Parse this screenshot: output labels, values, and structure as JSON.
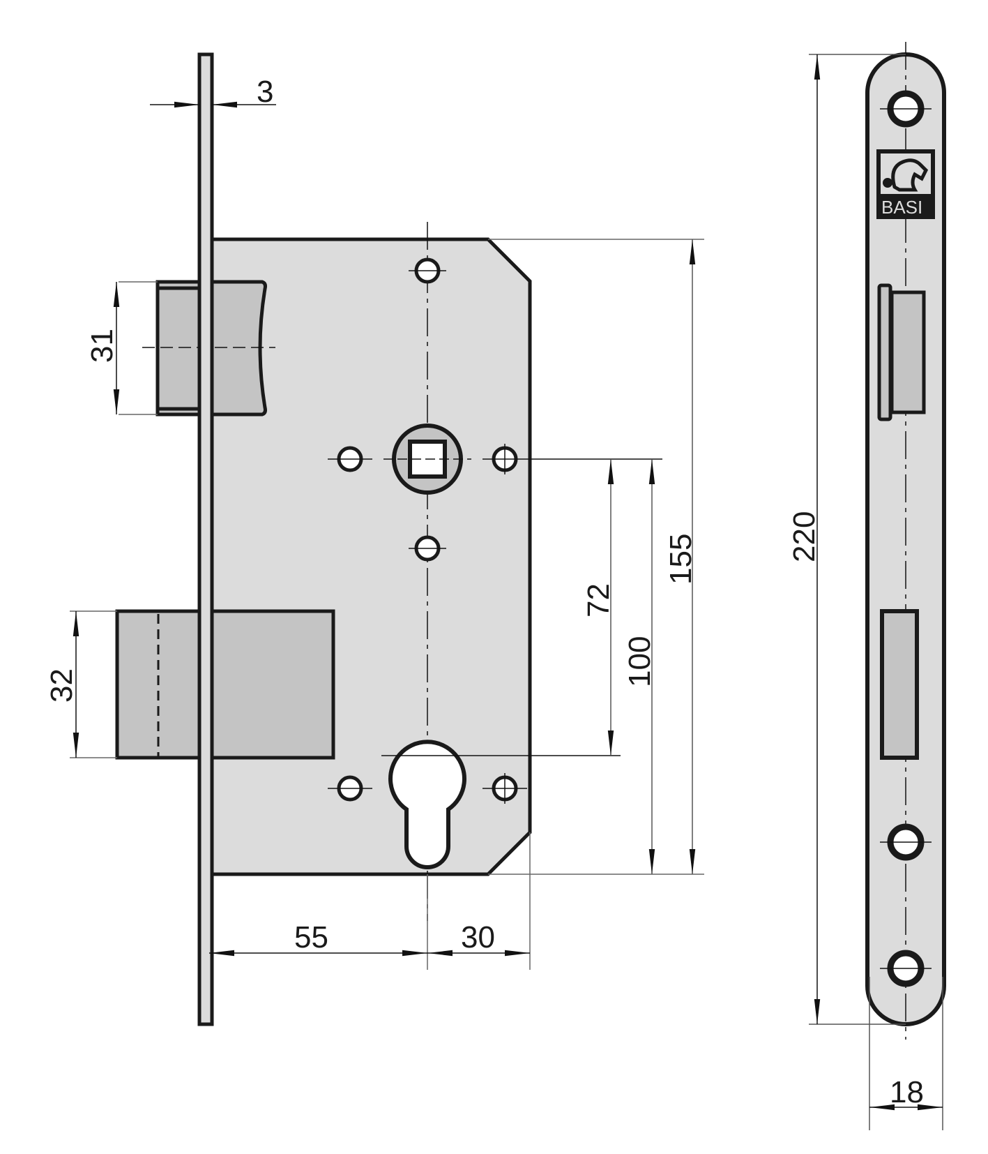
{
  "drawing": {
    "subject": "Mortise lock technical drawing",
    "brand_logo_text": "BASI",
    "colors": {
      "outline": "#1a1a1a",
      "body_fill": "#dcdcdc",
      "bolt_fill": "#c4c4c4",
      "hole_fill": "#ffffff",
      "background": "#ffffff"
    },
    "dimensions": {
      "faceplate_thickness": "3",
      "latch_height": "31",
      "deadbolt_height": "32",
      "centre_distance": "72",
      "cylinder_to_top": "100",
      "case_height": "155",
      "backset": "55",
      "cylinder_to_back": "30",
      "faceplate_length": "220",
      "faceplate_width": "18"
    }
  }
}
